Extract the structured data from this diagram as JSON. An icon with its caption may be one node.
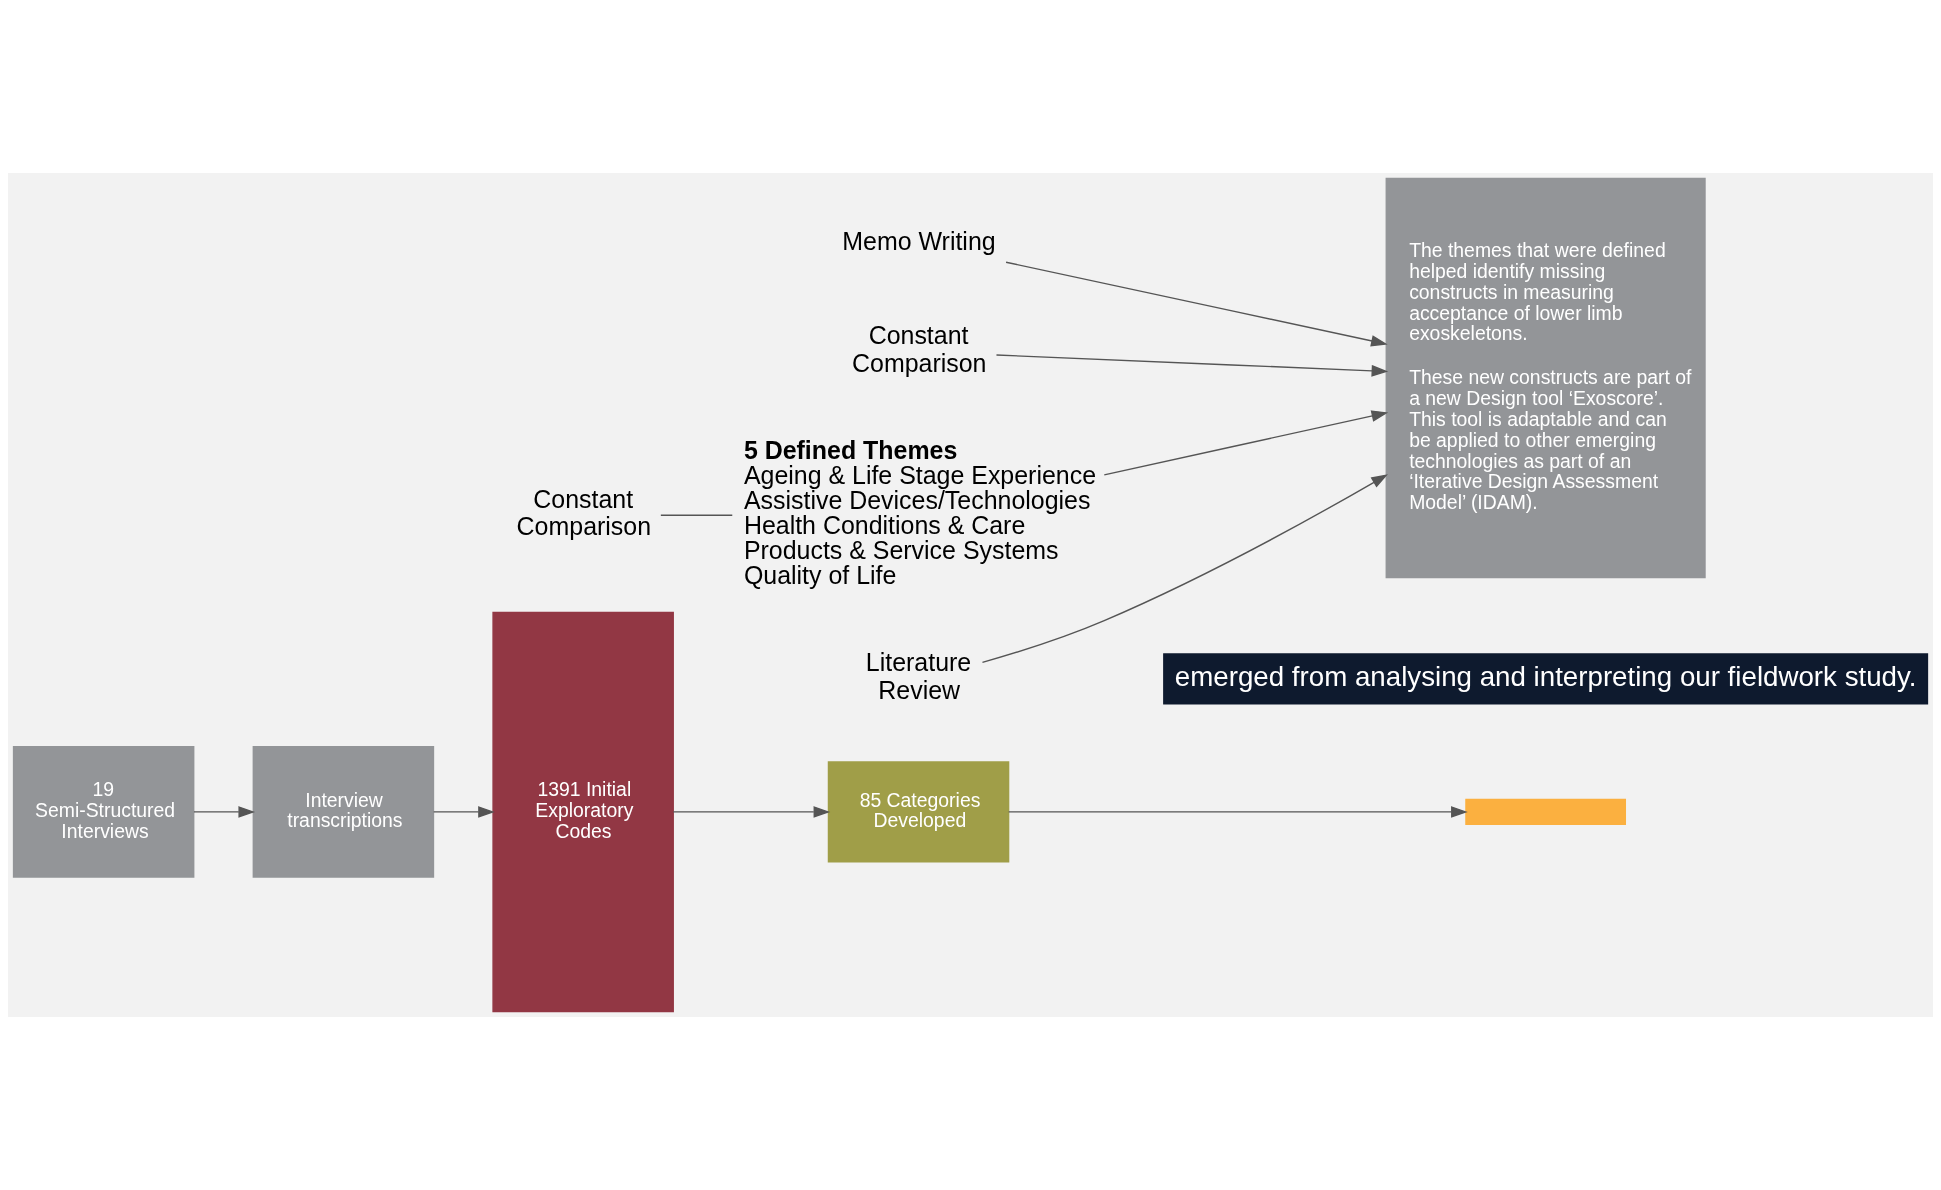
{
  "diagram": {
    "nodes": [
      {
        "text": [
          "19 Semi-Structured Interviews"
        ]
      },
      {
        "text": [
          "Interview transcriptions"
        ]
      },
      {
        "text": [
          "1391 Initial Exploratory Codes"
        ]
      },
      {
        "text": [
          "85 Categories Developed"
        ]
      },
      {
        "text": [],
        "shape": "bar"
      },
      {
        "text": [
          "5 Defined Themes",
          "Ageing & Life Stage Experience",
          "Assistive Devices/Technologies",
          "Health Conditions & Care",
          "Products & Service Systems",
          "Quality of Life"
        ]
      },
      {
        "text": [
          "Constant Comparison"
        ]
      },
      {
        "text": [
          "The themes that were defined helped identify missing constructs in measuring acceptance of lower limb exoskeletons.",
          "These new constructs are part of a new Design tool ‘Exoscore’. This tool is adaptable and can be applied to other emerging technologies as part of an ‘Iterative Design Assessment Model’ (IDAM)."
        ]
      },
      {
        "text": [
          "Memo Writing"
        ]
      },
      {
        "text": [
          "Constant Comparison"
        ]
      },
      {
        "text": [
          "Literature Review"
        ]
      }
    ],
    "edges": [
      {
        "from": 0,
        "to": 1,
        "arrow": "to"
      },
      {
        "from": 1,
        "to": 2,
        "arrow": "to"
      },
      {
        "from": 2,
        "to": 3,
        "arrow": "to"
      },
      {
        "from": 3,
        "to": 4,
        "arrow": "to"
      },
      {
        "from": 6,
        "to": 5,
        "arrow": "none"
      },
      {
        "from": 5,
        "to": 7,
        "arrow": "to"
      },
      {
        "from": 8,
        "to": 7,
        "arrow": "to"
      },
      {
        "from": 9,
        "to": 7,
        "arrow": "to"
      },
      {
        "from": 10,
        "to": 7,
        "arrow": "to"
      }
    ],
    "labels": [
      "emerged from analysing and interpreting our fieldwork study."
    ]
  }
}
